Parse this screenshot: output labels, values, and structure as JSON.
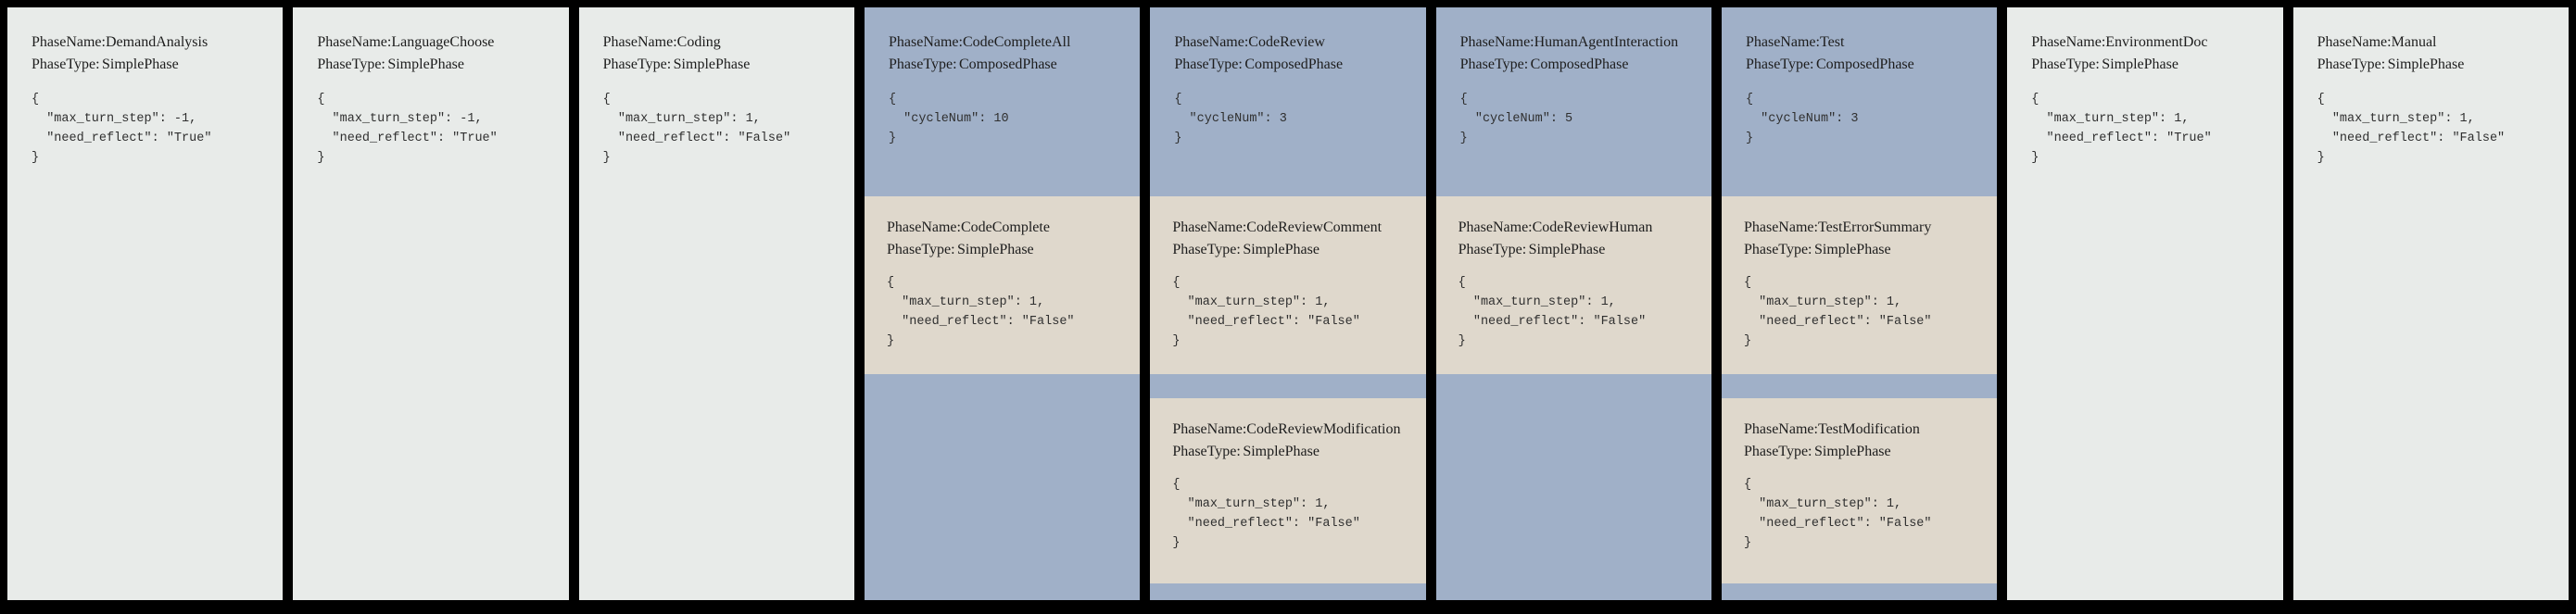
{
  "colors": {
    "background": "#000000",
    "simple_phase_bg": "#e8ebe9",
    "composed_phase_bg": "#a0b0c8",
    "nested_phase_bg": "#dfd8cc"
  },
  "labels": {
    "phase_name": "PhaseName:",
    "phase_type": "PhaseType:"
  },
  "columns": [
    {
      "phase_name": "DemandAnalysis",
      "phase_type": "SimplePhase",
      "config": "{\n  \"max_turn_step\": -1,\n  \"need_reflect\": \"True\"\n}"
    },
    {
      "phase_name": "LanguageChoose",
      "phase_type": "SimplePhase",
      "config": "{\n  \"max_turn_step\": -1,\n  \"need_reflect\": \"True\"\n}"
    },
    {
      "phase_name": "Coding",
      "phase_type": "SimplePhase",
      "config": "{\n  \"max_turn_step\": 1,\n  \"need_reflect\": \"False\"\n}"
    },
    {
      "phase_name": "CodeCompleteAll",
      "phase_type": "ComposedPhase",
      "config": "{\n  \"cycleNum\": 10\n}",
      "children": [
        {
          "phase_name": "CodeComplete",
          "phase_type": "SimplePhase",
          "config": "{\n  \"max_turn_step\": 1,\n  \"need_reflect\": \"False\"\n}"
        }
      ]
    },
    {
      "phase_name": "CodeReview",
      "phase_type": "ComposedPhase",
      "config": "{\n  \"cycleNum\": 3\n}",
      "children": [
        {
          "phase_name": "CodeReviewComment",
          "phase_type": "SimplePhase",
          "config": "{\n  \"max_turn_step\": 1,\n  \"need_reflect\": \"False\"\n}"
        },
        {
          "phase_name": "CodeReviewModification",
          "phase_type": "SimplePhase",
          "config": "{\n  \"max_turn_step\": 1,\n  \"need_reflect\": \"False\"\n}"
        }
      ]
    },
    {
      "phase_name": "HumanAgentInteraction",
      "phase_type": "ComposedPhase",
      "config": "{\n  \"cycleNum\": 5\n}",
      "children": [
        {
          "phase_name": "CodeReviewHuman",
          "phase_type": "SimplePhase",
          "config": "{\n  \"max_turn_step\": 1,\n  \"need_reflect\": \"False\"\n}"
        }
      ]
    },
    {
      "phase_name": "Test",
      "phase_type": "ComposedPhase",
      "config": "{\n  \"cycleNum\": 3\n}",
      "children": [
        {
          "phase_name": "TestErrorSummary",
          "phase_type": "SimplePhase",
          "config": "{\n  \"max_turn_step\": 1,\n  \"need_reflect\": \"False\"\n}"
        },
        {
          "phase_name": "TestModification",
          "phase_type": "SimplePhase",
          "config": "{\n  \"max_turn_step\": 1,\n  \"need_reflect\": \"False\"\n}"
        }
      ]
    },
    {
      "phase_name": "EnvironmentDoc",
      "phase_type": "SimplePhase",
      "config": "{\n  \"max_turn_step\": 1,\n  \"need_reflect\": \"True\"\n}"
    },
    {
      "phase_name": "Manual",
      "phase_type": "SimplePhase",
      "config": "{\n  \"max_turn_step\": 1,\n  \"need_reflect\": \"False\"\n}"
    }
  ]
}
